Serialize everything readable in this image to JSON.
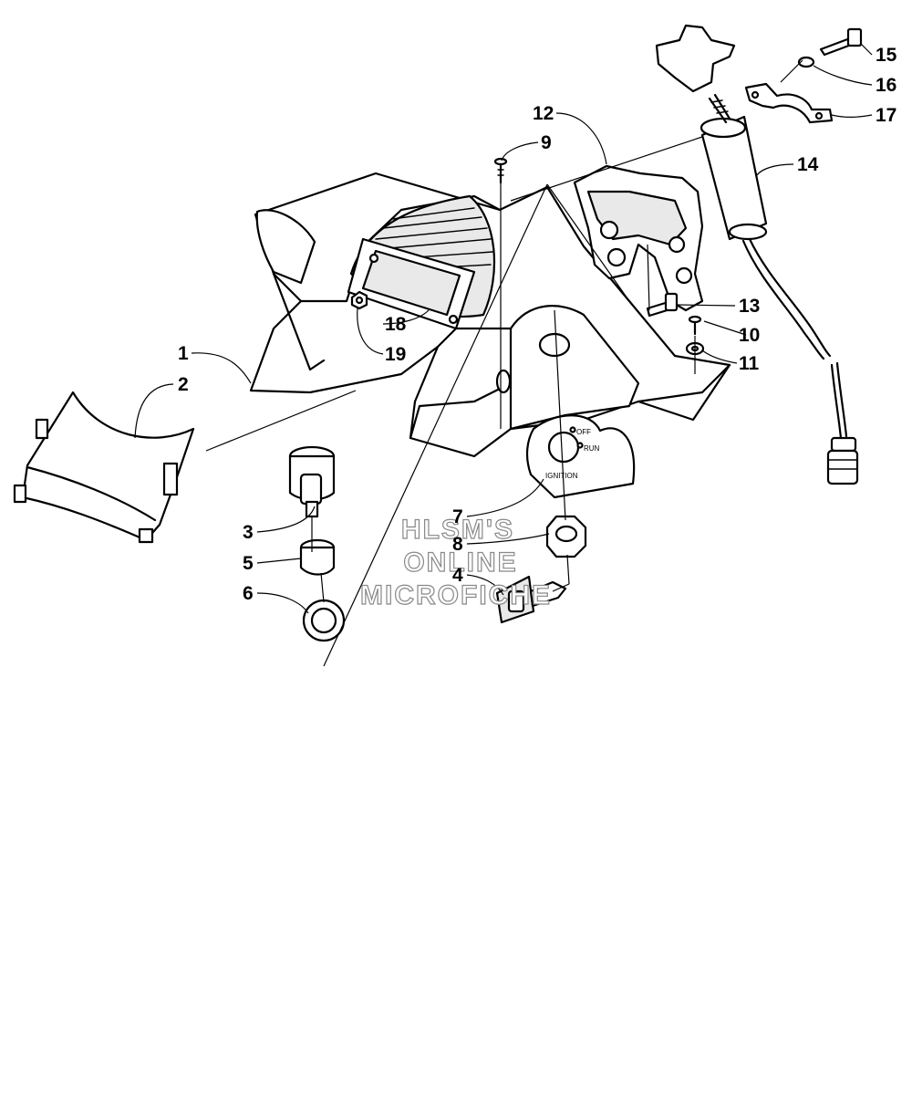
{
  "callouts": [
    {
      "id": "1",
      "label": "1"
    },
    {
      "id": "2",
      "label": "2"
    },
    {
      "id": "3",
      "label": "3"
    },
    {
      "id": "4",
      "label": "4"
    },
    {
      "id": "5",
      "label": "5"
    },
    {
      "id": "6",
      "label": "6"
    },
    {
      "id": "7",
      "label": "7"
    },
    {
      "id": "8",
      "label": "8"
    },
    {
      "id": "9",
      "label": "9"
    },
    {
      "id": "10",
      "label": "10"
    },
    {
      "id": "11",
      "label": "11"
    },
    {
      "id": "12",
      "label": "12"
    },
    {
      "id": "13",
      "label": "13"
    },
    {
      "id": "14",
      "label": "14"
    },
    {
      "id": "15",
      "label": "15"
    },
    {
      "id": "16",
      "label": "16"
    },
    {
      "id": "17",
      "label": "17"
    },
    {
      "id": "18",
      "label": "18"
    },
    {
      "id": "19",
      "label": "19"
    }
  ],
  "watermark": {
    "line1": "HLSM'S",
    "line2": "ONLINE",
    "line3": "MICROFICHE"
  },
  "switch_plate": {
    "off": "OFF",
    "run": "RUN",
    "ignition": "IGNITION"
  }
}
